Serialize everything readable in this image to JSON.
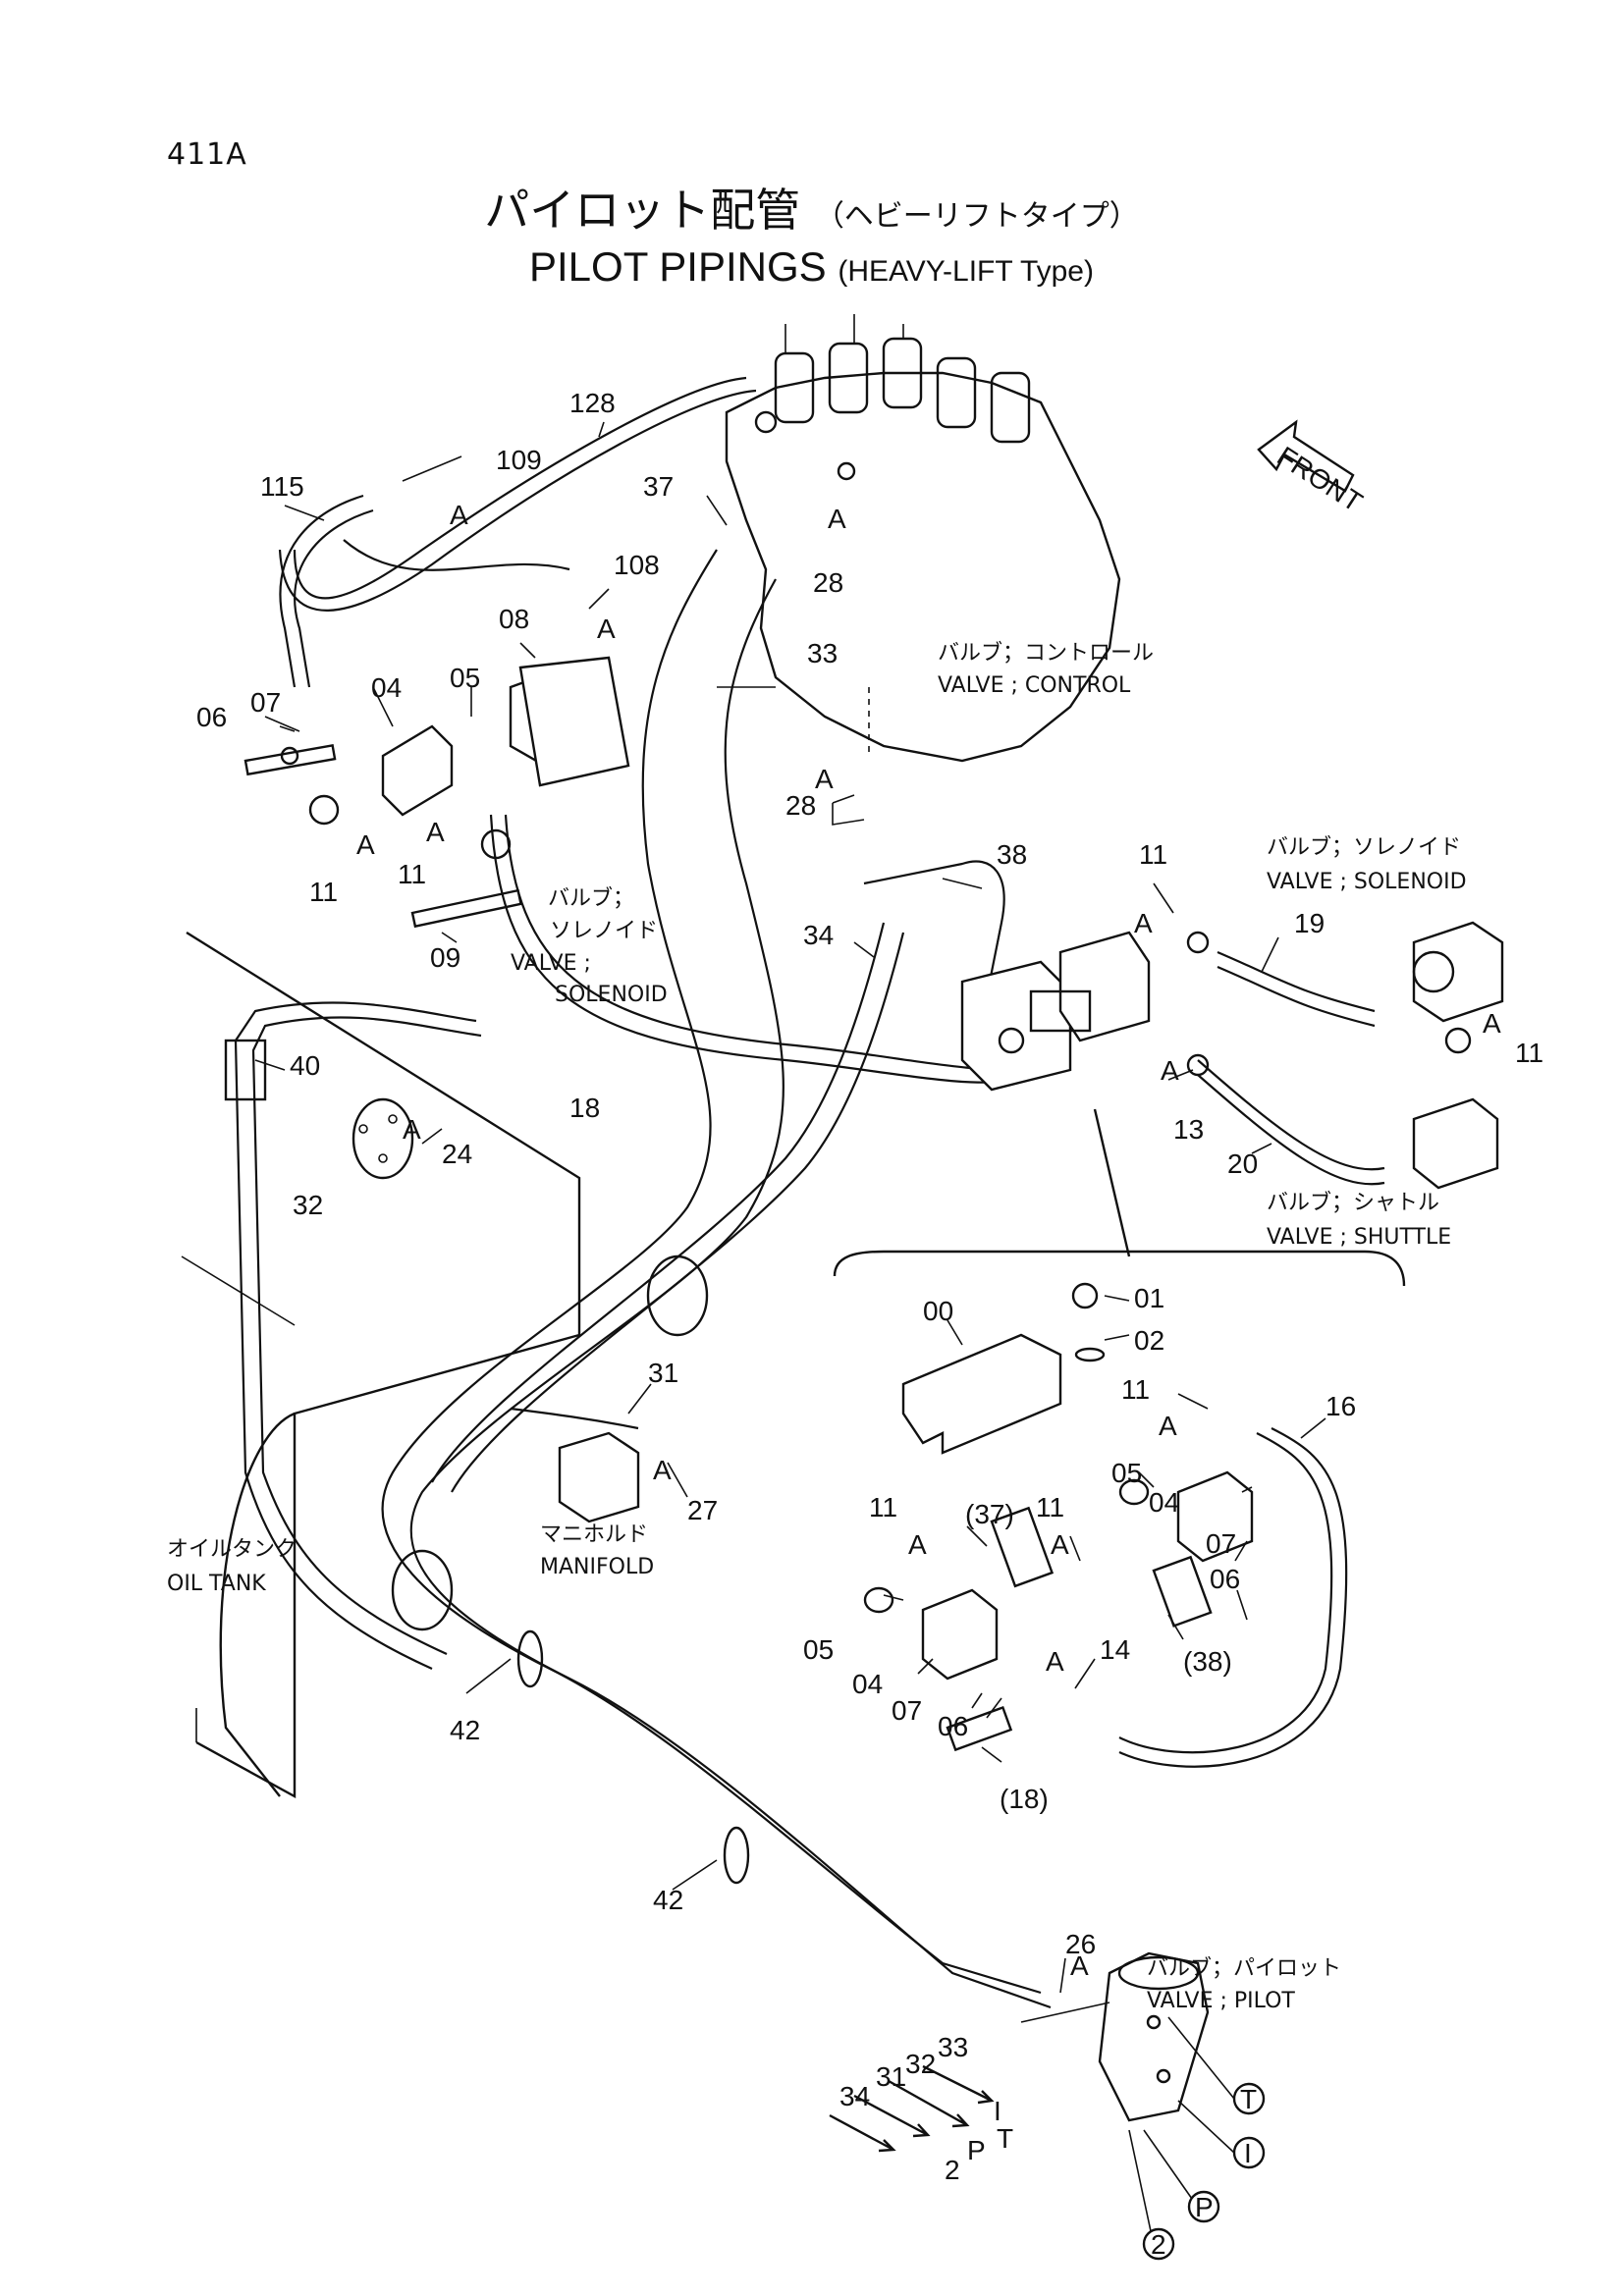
{
  "page_number": "411A",
  "title_ja": "パイロット配管",
  "title_ja_sub": "（ヘビーリフトタイプ）",
  "title_en": "PILOT PIPINGS",
  "title_en_sub": "(HEAVY-LIFT Type)",
  "front_label": "FRONT",
  "captions": {
    "control_ja": "バルブ；コントロール",
    "control_en": "VALVE ; CONTROL",
    "solenoid_ja": "バルブ；ソレノイド",
    "solenoid_en": "VALVE ; SOLENOID",
    "solenoid2_ja_1": "バルブ；",
    "solenoid2_ja_2": "ソレノイド",
    "solenoid2_en_1": "VALVE ;",
    "solenoid2_en_2": "SOLENOID",
    "shuttle_ja": "バルブ；シャトル",
    "shuttle_en": "VALVE ; SHUTTLE",
    "manifold_ja": "マニホルド",
    "manifold_en": "MANIFOLD",
    "tank_ja": "オイルタンク",
    "tank_en": "OIL TANK",
    "pilot_ja": "バルブ；パイロット",
    "pilot_en": "VALVE ; PILOT"
  },
  "part_labels": {
    "p128": "128",
    "p115": "115",
    "p109": "109",
    "p37": "37",
    "p28a": "28",
    "p108": "108",
    "p08": "08",
    "p33": "33",
    "p06": "06",
    "p07": "07",
    "p04": "04",
    "p05": "05",
    "p11a": "11",
    "p11b": "11",
    "p09": "09",
    "p28b": "28",
    "p38": "38",
    "p34": "34",
    "p11c": "11",
    "p19": "19",
    "p11d": "11",
    "p13": "13",
    "p20": "20",
    "p40": "40",
    "p24": "24",
    "p18": "18",
    "p32": "32",
    "p00": "00",
    "p01": "01",
    "p02": "02",
    "p11e": "11",
    "p16": "16",
    "p31": "31",
    "p27": "27",
    "p37b": "(37)",
    "p11f": "11",
    "p11g": "11",
    "p05b": "05",
    "p04b": "04",
    "p07b": "07",
    "p06b": "06",
    "p38b": "(38)",
    "p05c": "05",
    "p04c": "04",
    "p07c": "07",
    "p06c": "06",
    "p14": "14",
    "p18b": "(18)",
    "p42a": "42",
    "p42b": "42",
    "p26": "26",
    "p33b": "33",
    "p32b": "32",
    "p31b": "31",
    "p34b": "34"
  },
  "port_labels": {
    "I": "I",
    "T": "T",
    "P": "P",
    "two": "2",
    "circ_T": "T",
    "circ_I": "I",
    "circ_P": "P",
    "circ_2": "2"
  },
  "a_mark": "A"
}
